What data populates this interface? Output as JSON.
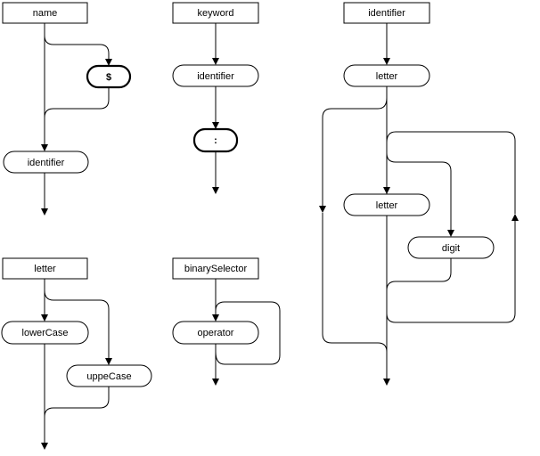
{
  "diagrams": {
    "name": {
      "title": "name",
      "literal": "$",
      "nonterminal": "identifier"
    },
    "keyword": {
      "title": "keyword",
      "nonterminal": "identifier",
      "literal": ":"
    },
    "identifier": {
      "title": "identifier",
      "first": "letter",
      "repeat_letter": "letter",
      "repeat_digit": "digit"
    },
    "letter": {
      "title": "letter",
      "option_a": "lowerCase",
      "option_b": "uppeCase"
    },
    "binarySelector": {
      "title": "binarySelector",
      "nonterminal": "operator"
    }
  }
}
